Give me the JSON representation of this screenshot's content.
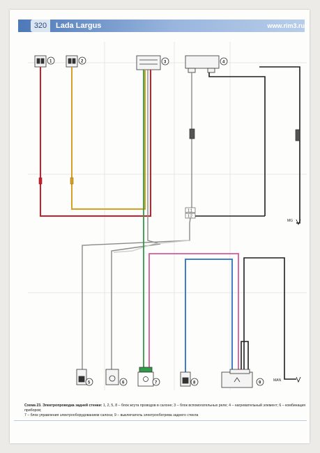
{
  "header": {
    "page_number": "320",
    "book_title": "Lada Largus",
    "site": "www.rim3.ru"
  },
  "diagram": {
    "callouts": [
      "1",
      "2",
      "3",
      "4",
      "5",
      "6",
      "7",
      "8",
      "9"
    ],
    "wire_markers": [
      "1:1",
      "1:2"
    ],
    "ground_labels": [
      "MG",
      "MAN"
    ],
    "wire_colors": {
      "red": "#c8202a",
      "yellow": "#d8a020",
      "blue": "#2a6fc4",
      "pink": "#d45a9a",
      "black": "#1e1e1e",
      "grey": "#8a8a8a",
      "white": "#cfcfcf",
      "green": "#2f9a47"
    }
  },
  "caption": {
    "lead": "Схема 23.",
    "title": "Электропроводка задней стенки:",
    "line1": "1, 2, 5, 8 – блок жгута проводов в салоне; 3 – блок вспомогательных реле; 4 – нагревательный элемент; 6 – комбинация приборов;",
    "line2": "7 – блок управления электрооборудованием салона; 9 – выключатель электрообогрева заднего стекла"
  }
}
